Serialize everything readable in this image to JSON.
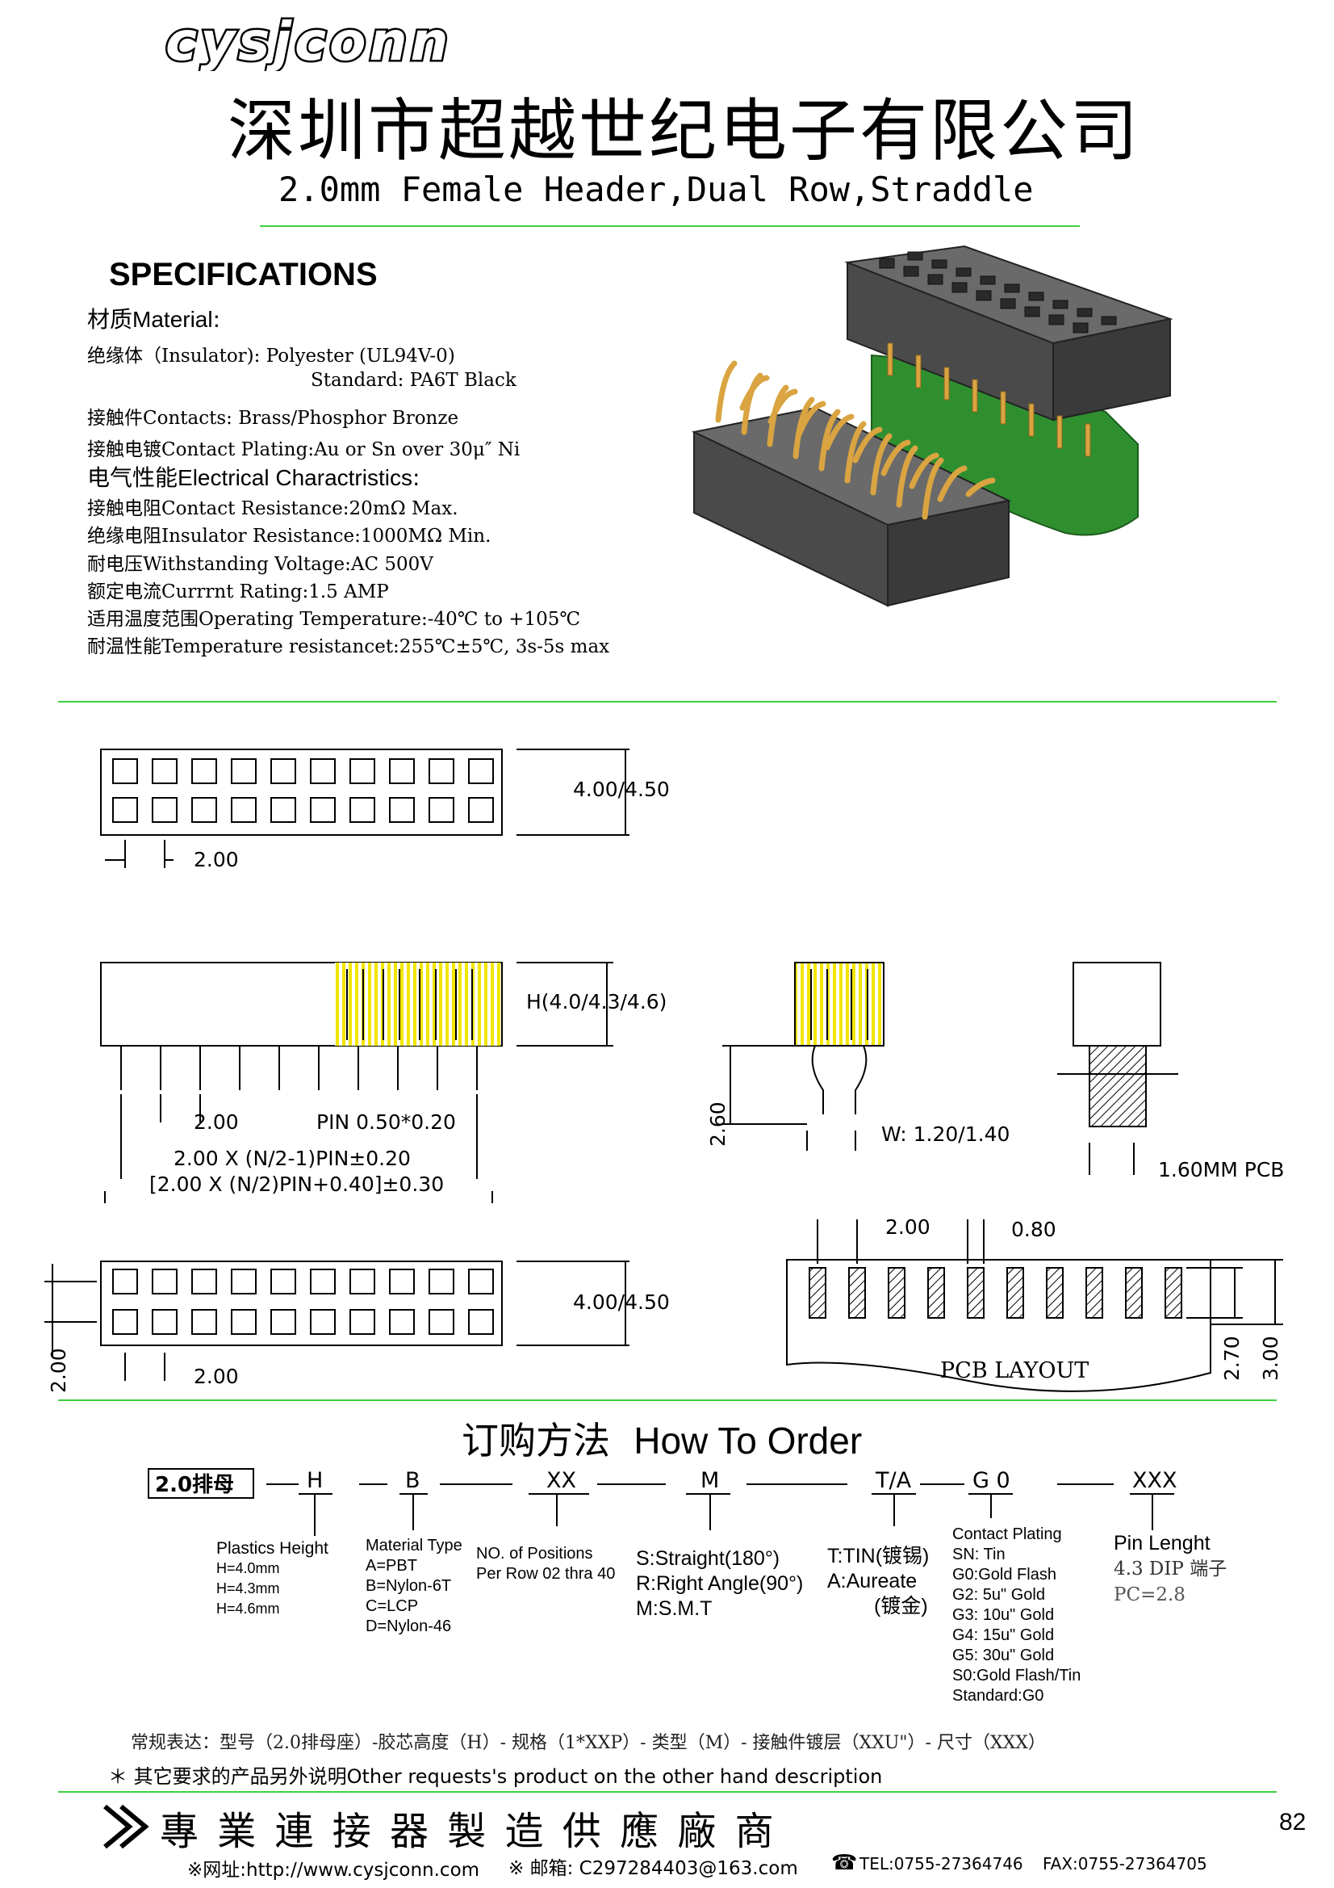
{
  "header": {
    "logo_text": "cysjconn",
    "company_name": "深圳市超越世纪电子有限公司",
    "product_title": "2.0mm Female Header,Dual Row,Straddle"
  },
  "specs": {
    "heading": "SPECIFICATIONS",
    "material_heading_cn": "材质",
    "material_heading_en": "Material",
    "material_colon": ":",
    "insulator": "绝缘体（Insulator): Polyester (UL94V-0)",
    "insulator_standard": "Standard: PA6T Black",
    "contacts": "接触件Contacts: Brass/Phosphor Bronze",
    "plating": "接触电镀Contact Plating:Au or Sn over 30μ″ Ni",
    "electrical_heading_cn": "电气性能",
    "electrical_heading_en": "Electrical Charactristics",
    "contact_resistance": "接触电阻Contact Resistance:20mΩ Max.",
    "insulator_resistance": "绝缘电阻Insulator Resistance:1000MΩ Min.",
    "withstanding_voltage": "耐电压Withstanding Voltage:AC 500V",
    "current_rating": "额定电流Currrnt Rating:1.5 AMP",
    "operating_temp": "适用温度范围Operating Temperature:-40℃ to +105℃",
    "temp_resistance": "耐温性能Temperature resistancet:255℃±5℃, 3s-5s max"
  },
  "drawings": {
    "top_height": "4.00/4.50",
    "top_pitch": "2.00",
    "side_height": "H(4.0/4.3/4.6)",
    "side_pitch": "2.00",
    "pin_size": "PIN 0.50*0.20",
    "pin_span1": "2.00 X (N/2-1)PIN±0.20",
    "pin_span2": "[2.00 X (N/2)PIN+0.40]±0.30",
    "gap_260": "2.60",
    "width_label": "W: 1.20/1.40",
    "pcb_thickness": "1.60MM PCB",
    "bottom_height": "4.00/4.50",
    "bottom_pitch": "2.00",
    "bottom_row": "2.00",
    "layout_pitch": "2.00",
    "layout_pad": "0.80",
    "layout_h1": "2.70",
    "layout_h2": "3.00",
    "layout_title": "PCB LAYOUT"
  },
  "order": {
    "title_cn": "订购方法",
    "title_en": "How To Order",
    "base": "2.0排母",
    "code_h": "H",
    "code_b": "B",
    "code_xx": "XX",
    "code_m": "M",
    "code_ta": "T/A",
    "code_g0": "G 0",
    "code_xxx": "XXX",
    "height": [
      "Plastics Height",
      "H=4.0mm",
      "H=4.3mm",
      "H=4.6mm"
    ],
    "material": [
      "Material Type",
      "A=PBT",
      "B=Nylon-6T",
      "C=LCP",
      "D=Nylon-46"
    ],
    "positions": [
      "NO. of Positions",
      "Per Row  02 thra 40"
    ],
    "type": [
      "S:Straight(180°)",
      "R:Right Angle(90°)",
      "M:S.M.T"
    ],
    "ta": [
      "T:TIN(镀锡)",
      "A:Aureate",
      "(镀金)"
    ],
    "plating": [
      "Contact Plating",
      "SN: Tin",
      "G0:Gold Flash",
      "G2:  5u\" Gold",
      "G3: 10u\" Gold",
      "G4: 15u\" Gold",
      "G5: 30u\" Gold",
      "S0:Gold Flash/Tin",
      "Standard:G0"
    ],
    "pin_length": [
      "Pin Lenght",
      "4.3 DIP 端子",
      "PC=2.8"
    ],
    "expression": "常规表达：型号（2.0排母座）-胶芯高度（H）- 规格（1*XXP）- 类型（M）- 接触件镀层（XXU\"）- 尺寸（XXX）",
    "note": "＊ 其它要求的产品另外说明Other requests's product on the other hand description"
  },
  "footer": {
    "slogan": "專 業 連 接 器 製 造 供 應 廠 商",
    "page_number": "82",
    "website": "※网址:http://www.cysjconn.com",
    "email": "※ 邮箱: C297284403@163.com",
    "tel": "TEL:0755-27364746",
    "fax": "FAX:0755-27364705"
  }
}
